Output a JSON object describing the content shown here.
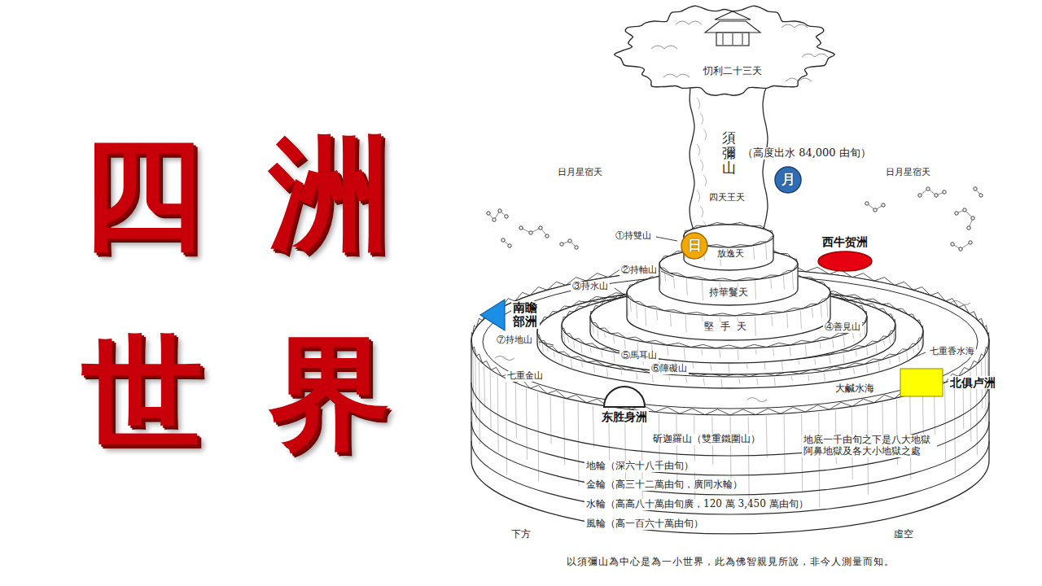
{
  "diagram": {
    "title": "四洲世界",
    "caption": "以須彌山為中心是為一小世界，此為佛智親見所說，非今人測量而知。",
    "nodes": [
      {
        "text": [
          "月"
        ]
      },
      {
        "text": [
          "日"
        ]
      },
      {
        "text": [
          "西牛贺洲"
        ]
      },
      {
        "text": [
          "南瞻部洲"
        ]
      },
      {
        "text": [
          "北俱卢洲"
        ]
      },
      {
        "text": [
          "东胜身洲"
        ]
      }
    ],
    "labels": [
      "忉利二十三天",
      "須彌山",
      "（高度出水 84,000 由旬）",
      "日月星宿天",
      "日月星宿天",
      "四天王天",
      "①持雙山",
      "放逸天",
      "②持軸山",
      "③持水山",
      "持華鬘天",
      "堅手天",
      "④善見山",
      "⑤馬耳山",
      "⑥障礙山",
      "⑦持地山",
      "七重金山",
      "七重香水海",
      "大鹹水海",
      "斫迦羅山（雙重鐵圍山）",
      "地底一千由旬之下是八大地獄 阿鼻地獄及各大小地獄之處",
      "地輪（深六十八千由旬）",
      "金輪（高三十二萬由旬，廣同水輪）",
      "水輪（高高八十萬由旬廣，120 萬 3,450 萬由旬）",
      "風輪（高一百六十萬由旬）",
      "下方",
      "虛空"
    ]
  }
}
